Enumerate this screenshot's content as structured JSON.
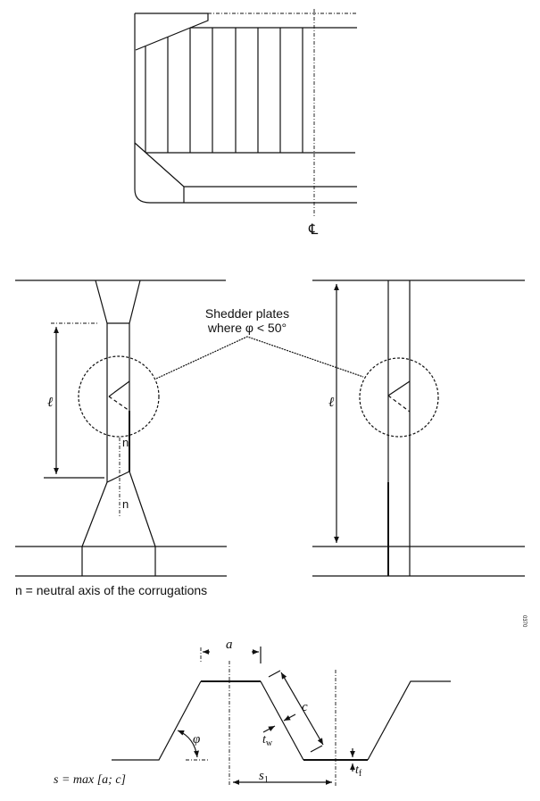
{
  "top_view": {
    "centerline_symbol": "℄"
  },
  "elevation": {
    "shedder_label_line1": "Shedder plates",
    "shedder_label_line2": "where φ < 50°",
    "length_symbol": "ℓ",
    "neutral_axis_symbol": "n",
    "caption": "n = neutral axis of the corrugations"
  },
  "section": {
    "a": "a",
    "c": "c",
    "phi": "φ",
    "t": "t",
    "w": "w",
    "f": "f",
    "s": "s",
    "one": "1",
    "formula": "s = max [a; c]",
    "figure_id": "0370"
  }
}
